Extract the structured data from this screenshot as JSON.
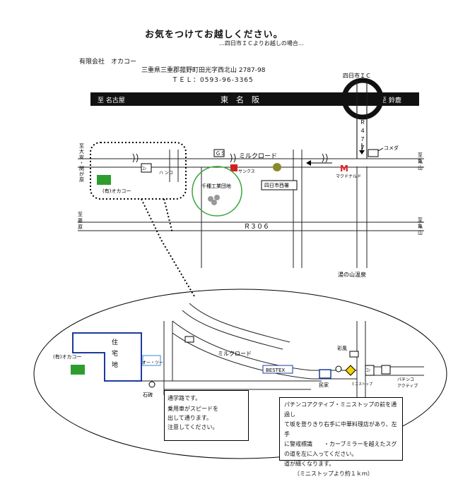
{
  "header": {
    "title": "お気をつけてお越しください。",
    "subtitle": "…四日市ＩＣよりお越しの場合…",
    "company": "有限会社　オカコー",
    "address": "三重県三重郡菰野町田光字西北山 2787-98",
    "tel": "ＴＥＬ：0593-96-3365"
  },
  "upper_map": {
    "ic_label": "四日市ＩＣ",
    "expressway_name": "東　名　阪",
    "to_nagoya": "至 名古屋",
    "to_suzuka": "至 鈴鹿",
    "r477_chars": [
      "Ｒ",
      "４",
      "７",
      "７"
    ],
    "komeda": "コメダ",
    "to_kameyama_1": [
      "至",
      "亀",
      "山"
    ],
    "to_kameyama_2": [
      "至",
      "亀",
      "山"
    ],
    "to_oyasu": [
      "至",
      "大",
      "安",
      "・",
      "関",
      "が",
      "原"
    ],
    "to_fujiwara": [
      "至",
      "藤",
      "原"
    ],
    "milk_road": "ミルクロード",
    "circle_k": "サンクス",
    "mcdonalds": "マクドナルド",
    "yokkaichi_nishi": "四日市西署",
    "industrial_park": "千種工業団地",
    "conveni": "ハ ンコ",
    "okako": "(有)オカコー",
    "r306": "Ｒ３０６",
    "yunoyama": "湯の山温泉",
    "sign_badge": "ＧＳ",
    "conveni_short": "ｺﾝ"
  },
  "lower_map": {
    "residential": [
      "住",
      "宅",
      "地"
    ],
    "okako": "(有)オカコー",
    "autozone": "オー・ツー",
    "ishibumi": "石碑",
    "milk_road": "ミルクロード",
    "bestex": "BESTEX",
    "minka": "民家",
    "ayakaze": "彩風",
    "ministop": "ミニストップ",
    "pachinko": "パチンコ\nアクティブ",
    "conveni_short": "ｺﾝ"
  },
  "school_note": {
    "lines": [
      "通学路です。",
      "乗用車がスピードを",
      "出して通ります。",
      "注意してください。"
    ]
  },
  "directions": {
    "lines": [
      "パチンコアクティブ・ミニストップの前を通過し",
      "て坂を登りきり右手に中華料理店があり、左手",
      "に警戒標識　　・カーブミラーを越えたスグ",
      "の道を左に入ってください。",
      "道が細くなります。",
      "（ミニストップより約１ｋｍ）"
    ]
  },
  "colors": {
    "park_green": "#3aa53a",
    "okako_green": "#2e9d2e",
    "residential_blue": "#1c3a9e",
    "mcd_red": "#e02020",
    "circle_k_red": "#d21f1f",
    "sign_yellow": "#f2d200",
    "expressway_black": "#111111"
  }
}
